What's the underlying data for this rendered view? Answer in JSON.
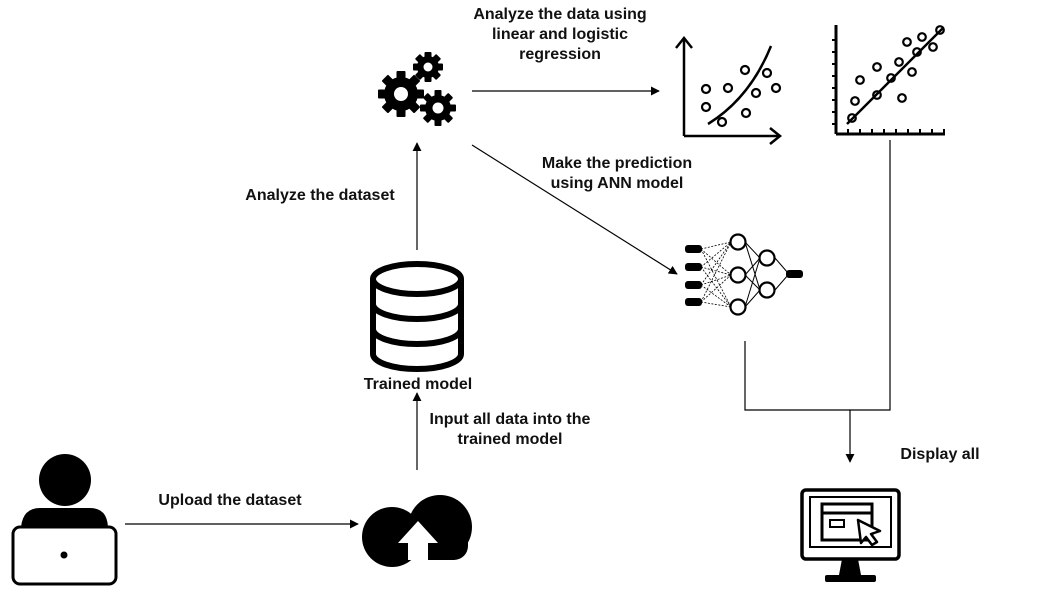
{
  "labels": {
    "analyze_regression": [
      "Analyze the data using",
      "linear and logistic",
      "regression"
    ],
    "make_prediction": [
      "Make the prediction",
      "using ANN model"
    ],
    "analyze_dataset": "Analyze the dataset",
    "trained_model": "Trained model",
    "input_data": [
      "Input all data into the",
      "trained model"
    ],
    "upload_dataset": "Upload the dataset",
    "display_all": "Display all"
  },
  "icons": {
    "user": "user-laptop-icon",
    "cloud": "cloud-upload-icon",
    "database": "database-icon",
    "gears": "gears-icon",
    "regression_plot": "nonlinear-scatter-plot-icon",
    "linear_plot": "linear-regression-plot-icon",
    "ann": "neural-network-icon",
    "monitor": "monitor-dashboard-icon"
  },
  "colors": {
    "stroke": "#000000",
    "background": "#ffffff"
  }
}
